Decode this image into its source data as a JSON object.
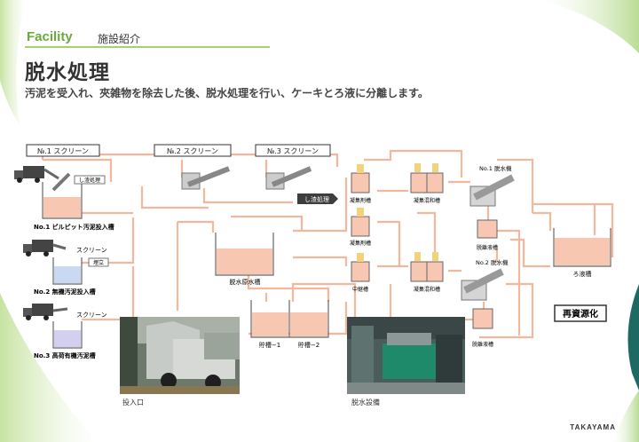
{
  "header": {
    "section": "Facility",
    "section_jp": "施設紹介"
  },
  "page": {
    "title": "脱水処理",
    "lead": "汚泥を受入れ、夾雑物を除去した後、脱水処理を行い、ケーキとろ液に分離します。",
    "brand": "TAKAYAMA"
  },
  "screens": {
    "s1": "№.1 スクリーン",
    "s2": "№.2 スクリーン",
    "s3": "№.3 スクリーン"
  },
  "labels": {
    "shisa1": "し渣処理",
    "shisa2": "し渣処理",
    "screen_a": "スクリーン",
    "screen_b": "スクリーン",
    "maido": "埋立",
    "tank1": "No.1 ピルピット汚泥投入槽",
    "tank2": "No.2 無機汚泥投入槽",
    "tank3": "No.3 高荷有機汚泥槽",
    "raw_tank": "脱水原水槽",
    "store1": "貯槽−1",
    "store2": "貯槽−2",
    "coag1": "凝集剤槽",
    "coag2": "凝集剤槽",
    "neutral": "中継槽",
    "mix1": "凝集混和槽",
    "mix2": "凝集混和槽",
    "dw1": "No.1 脱水機",
    "dw2": "No.2 脱水機",
    "sep1": "脱離液槽",
    "sep2": "脱離液槽",
    "filtrate": "ろ液槽",
    "recycle": "再資源化"
  },
  "captions": {
    "photo1": "投入口",
    "photo2": "脱水設備"
  }
}
